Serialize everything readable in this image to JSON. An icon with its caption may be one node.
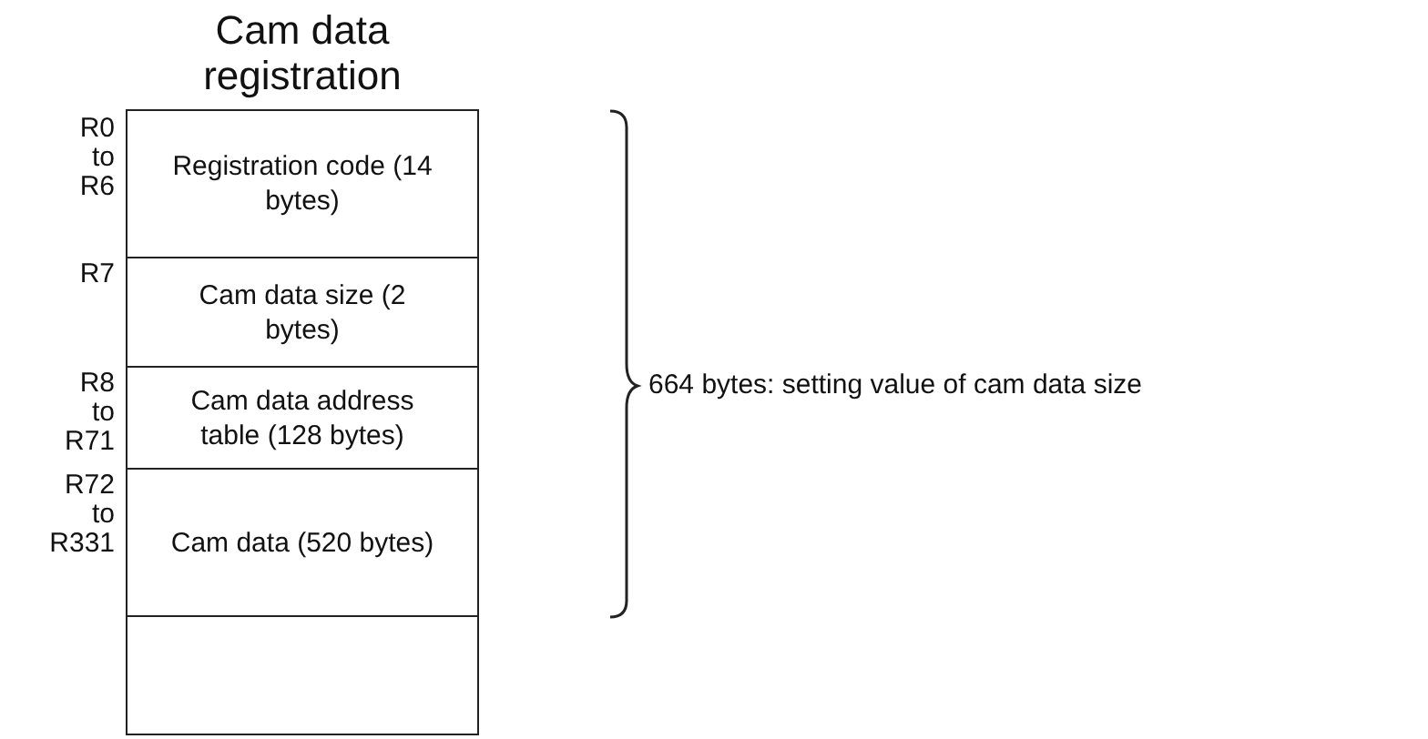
{
  "diagram": {
    "nodes": [
      {
        "text": [
          "Cam data registration"
        ]
      },
      {
        "text": [
          "Registration code (14 bytes)"
        ],
        "in": 0,
        "beside": [
          "R0 to R6"
        ]
      },
      {
        "text": [
          "Cam data size (2 bytes)"
        ],
        "in": 0,
        "beside": [
          "R7"
        ]
      },
      {
        "text": [
          "Cam data address table (128 bytes)"
        ],
        "in": 0,
        "beside": [
          "R8 to R71"
        ]
      },
      {
        "text": [
          "Cam data (520 bytes)"
        ],
        "in": 0,
        "beside": [
          "R72 to R331"
        ]
      },
      {
        "text": [],
        "shape": "box",
        "in": 0
      }
    ],
    "labels": [
      "664 bytes: setting value of cam data size"
    ]
  }
}
